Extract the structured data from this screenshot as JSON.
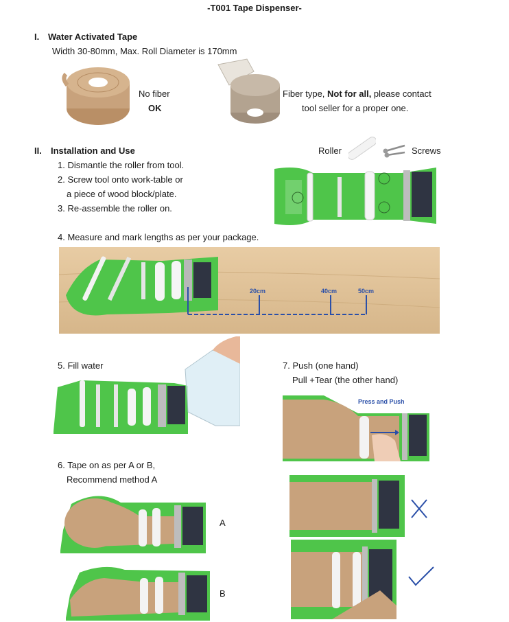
{
  "title": "-T001 Tape Dispenser-",
  "section1": {
    "heading_num": "I.",
    "heading": "Water Activated Tape",
    "subtitle": "Width 30-80mm, Max. Roll Diameter is 170mm",
    "nofiber_line1": "No fiber",
    "nofiber_line2": "OK",
    "fiber_line1_pre": "Fiber type, ",
    "fiber_line1_bold": "Not for all,",
    "fiber_line1_post": " please contact",
    "fiber_line2": "tool seller for a proper one."
  },
  "section2": {
    "heading_num": "II.",
    "heading": "Installation and Use",
    "roller_label": "Roller",
    "screws_label": "Screws",
    "steps": [
      "1. Dismantle the roller from tool.",
      "2. Screw tool onto work-table or",
      "a piece of wood block/plate.",
      "3.  Re-assemble the roller on."
    ],
    "step4": "4.  Measure and mark lengths as per your package.",
    "marks": [
      "20cm",
      "40cm",
      "50cm"
    ],
    "step5": "5.  Fill water",
    "step6_line1": "6. Tape on as per A or B,",
    "step6_line2": "Recommend method A",
    "label_a": "A",
    "label_b": "B",
    "step7_line1": "7. Push (one hand)",
    "step7_line2": "Pull +Tear (the other hand)",
    "press_push": "Press and Push"
  },
  "colors": {
    "dispenser_green": "#4fc54a",
    "tape_kraft": "#c8a27c",
    "mark_blue": "#2a4fa8",
    "wood": "#e2c49a"
  }
}
